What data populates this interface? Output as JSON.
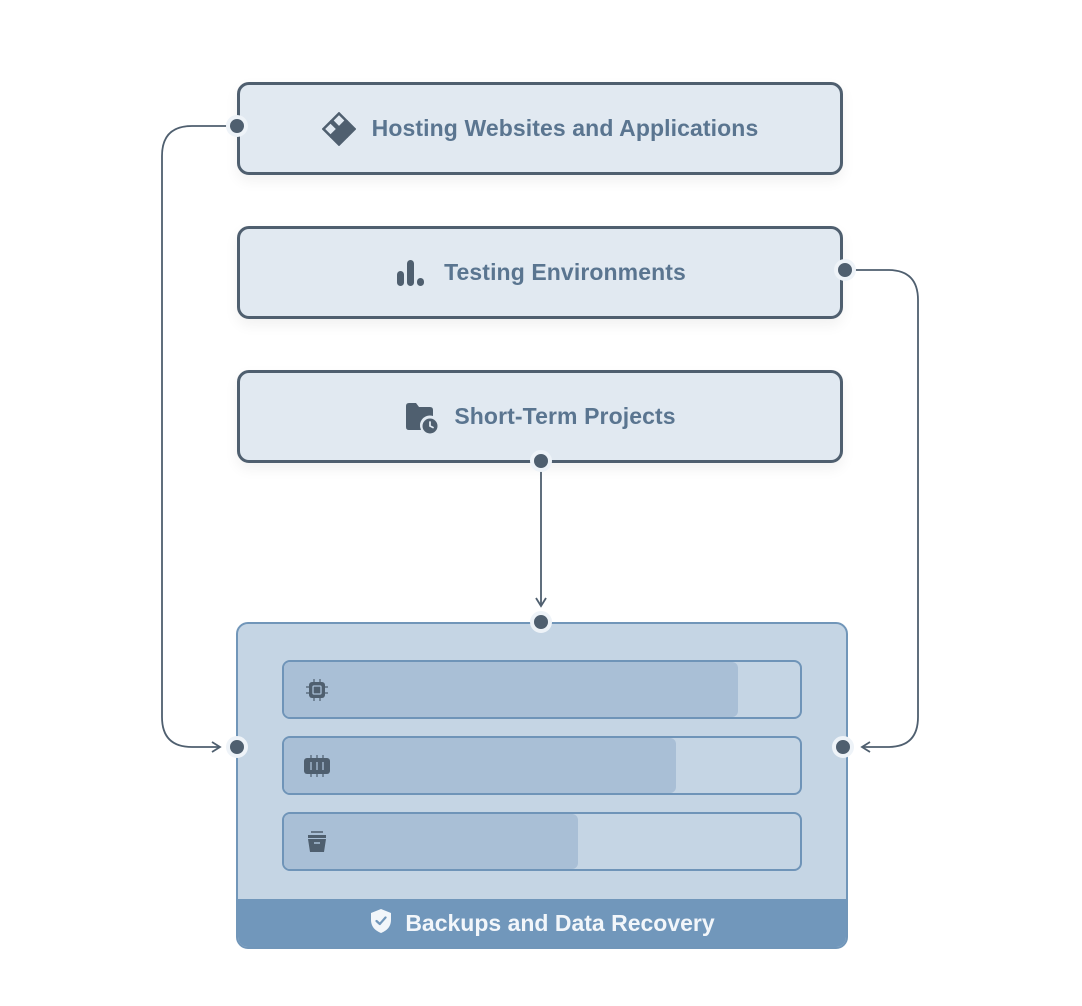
{
  "nodes": [
    {
      "id": "hosting",
      "label": "Hosting Websites and Applications",
      "icon": "diamond-grid-icon"
    },
    {
      "id": "testing",
      "label": "Testing Environments",
      "icon": "bar-chart-icon"
    },
    {
      "id": "short_term",
      "label": "Short-Term Projects",
      "icon": "folder-clock-icon"
    }
  ],
  "group": {
    "label": "Backups and Data Recovery",
    "icon": "shield-check-icon",
    "bars": [
      {
        "icon": "cpu-chip-icon",
        "fill_percent": 88
      },
      {
        "icon": "memory-module-icon",
        "fill_percent": 76
      },
      {
        "icon": "archive-box-icon",
        "fill_percent": 57
      }
    ]
  },
  "edges": [
    {
      "from": "hosting",
      "to": "backups",
      "side": "left"
    },
    {
      "from": "testing",
      "to": "backups",
      "side": "right"
    },
    {
      "from": "short_term",
      "to": "backups",
      "side": "top"
    }
  ],
  "colors": {
    "node_bg": "#e1e9f1",
    "node_border": "#4f5f6f",
    "node_text": "#5a7590",
    "group_bg": "#c5d5e4",
    "group_border": "#7196b9",
    "bar_fill": "#a9bfd6",
    "footer_bg": "#7197bb",
    "edge": "#4f5f6f"
  }
}
